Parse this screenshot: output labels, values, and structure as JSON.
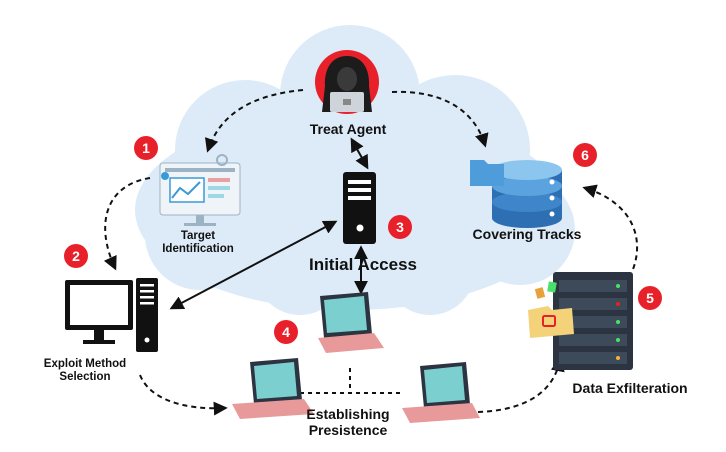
{
  "steps": [
    {
      "number": "1",
      "label": "Target Identification",
      "label_line1": "Target",
      "label_line2": "Identification"
    },
    {
      "number": "2",
      "label": "Exploit Method Selection",
      "label_line1": "Exploit Method",
      "label_line2": "Selection"
    },
    {
      "number": "3",
      "label": "Initial Access"
    },
    {
      "number": "4",
      "label": "Establishing Presistence",
      "label_line1": "Establishing",
      "label_line2": "Presistence"
    },
    {
      "number": "5",
      "label": "Data Exfilteration"
    },
    {
      "number": "6",
      "label": "Covering Tracks"
    }
  ],
  "agent": {
    "label": "Treat Agent"
  },
  "colors": {
    "badge": "#e8202a",
    "cloud": "#dcebf7",
    "laptop_screen": "#7ccfcf",
    "laptop_base": "#e89a9a",
    "database": "#2e6fb3",
    "server": "#2b3440"
  }
}
